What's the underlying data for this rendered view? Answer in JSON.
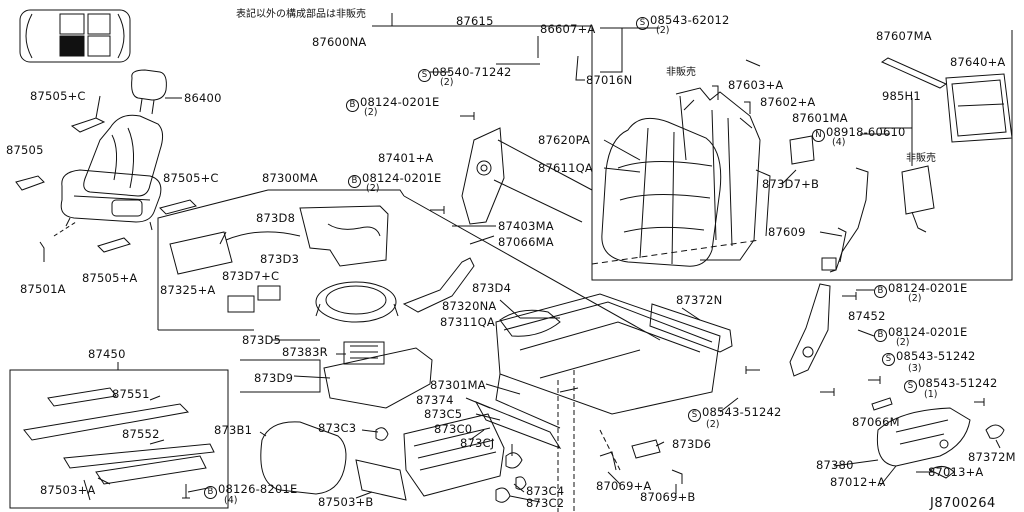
{
  "note_jp": "表記以外の構成部品は非販売",
  "not_sold_jp": "非販売",
  "diagram_code": "J8700264",
  "labels": {
    "p87505c_a": "87505+C",
    "p86400": "86400",
    "p87505": "87505",
    "p87505c_b": "87505+C",
    "p87501a": "87501A",
    "p87505a": "87505+A",
    "p87600na": "87600NA",
    "p87615": "87615",
    "p86607a": "86607+A",
    "p08543_62012": "08543-62012",
    "q2_62012": "(2)",
    "p08540_71242": "08540-71242",
    "q2_71242": "(2)",
    "p87016n": "87016N",
    "p87603a": "87603+A",
    "p87602a": "87602+A",
    "p87601ma": "87601MA",
    "p87607ma": "87607MA",
    "p87640a": "87640+A",
    "p985h1": "985H1",
    "p08918_60610": "08918-60610",
    "q4_60610": "(4)",
    "p08124_a": "08124-0201E",
    "q2_08124_a": "(2)",
    "p87620pa": "87620PA",
    "p87611qa": "87611QA",
    "p87401a": "87401+A",
    "p08124_b": "08124-0201E",
    "q2_08124_b": "(2)",
    "p87300ma": "87300MA",
    "p873d8": "873D8",
    "p87403ma": "87403MA",
    "p87066ma": "87066MA",
    "p873d7b": "873D7+B",
    "p87609": "87609",
    "p873d3": "873D3",
    "p87325a": "87325+A",
    "p873d7c": "873D7+C",
    "p873d4": "873D4",
    "p87320na": "87320NA",
    "p87311qa": "87311QA",
    "p87372n": "87372N",
    "p08124_c": "08124-0201E",
    "q2_08124_c": "(2)",
    "p87452": "87452",
    "p08124_d": "08124-0201E",
    "q2_08124_d": "(2)",
    "p873d5": "873D5",
    "p87383r": "87383R",
    "p87450": "87450",
    "p873d9": "873D9",
    "p87301ma": "87301MA",
    "p08543_51242_a": "08543-51242",
    "q3_51242": "(3)",
    "p08543_51242_b": "08543-51242",
    "q1_51242": "(1)",
    "p87551": "87551",
    "p87374": "87374",
    "p87552": "87552",
    "p873c5": "873C5",
    "p08543_51242_c": "08543-51242",
    "q2_51242": "(2)",
    "p87066m": "87066M",
    "p873b1": "873B1",
    "p873c3": "873C3",
    "p873c0": "873C0",
    "p873cj": "873CJ",
    "p873d6": "873D6",
    "p87380": "87380",
    "p87372m": "87372M",
    "p87503a": "87503+A",
    "p873c4": "873C4",
    "p87069a": "87069+A",
    "p87013a": "87013+A",
    "p87012a": "87012+A",
    "p08126": "08126-8201E",
    "q4_08126": "(4)",
    "p87503b": "87503+B",
    "p873c2": "873C2",
    "p87069b": "87069+B"
  },
  "symbols": {
    "S": "S",
    "B": "B",
    "N": "N"
  }
}
